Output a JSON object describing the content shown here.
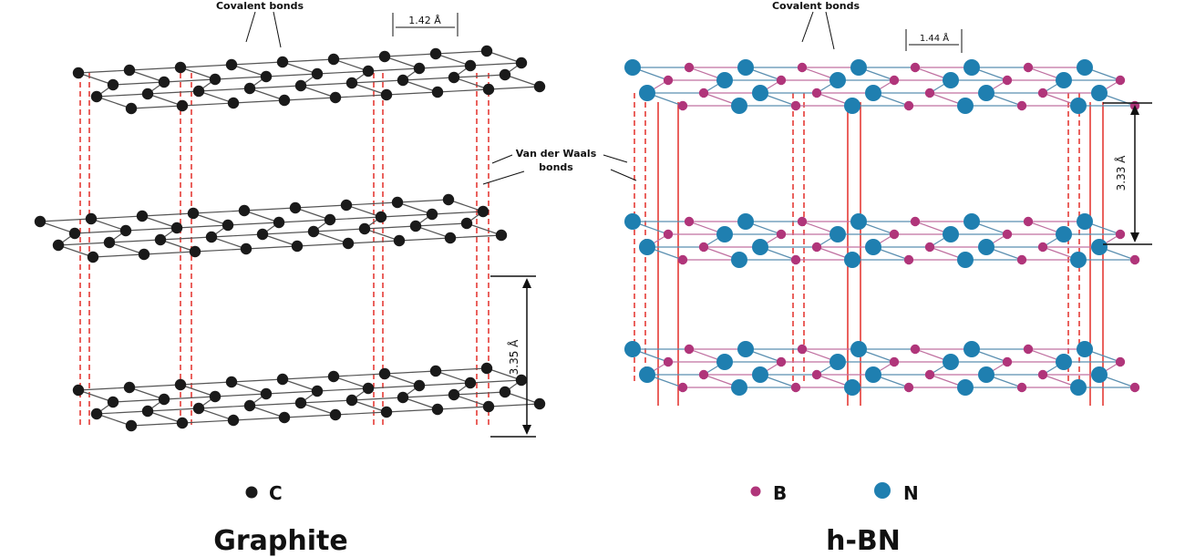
{
  "colors": {
    "carbon": "#1a1a1a",
    "boron": "#b0357a",
    "nitrogen": "#1f7fb0",
    "vdw": "#e0201a",
    "bond": "#555555"
  },
  "graphite": {
    "title": "Graphite",
    "covalent_label": "Covalent bonds",
    "bond_length": "1.42 Å",
    "spacing": "3.35 Å",
    "vdw_label_line1": "Van der Waals",
    "vdw_label_line2": "bonds",
    "legend_c": "C"
  },
  "hbn": {
    "title": "h-BN",
    "covalent_label": "Covalent bonds",
    "bond_length": "1.44 Å",
    "spacing": "3.33 Å",
    "legend_b": "B",
    "legend_n": "N"
  }
}
